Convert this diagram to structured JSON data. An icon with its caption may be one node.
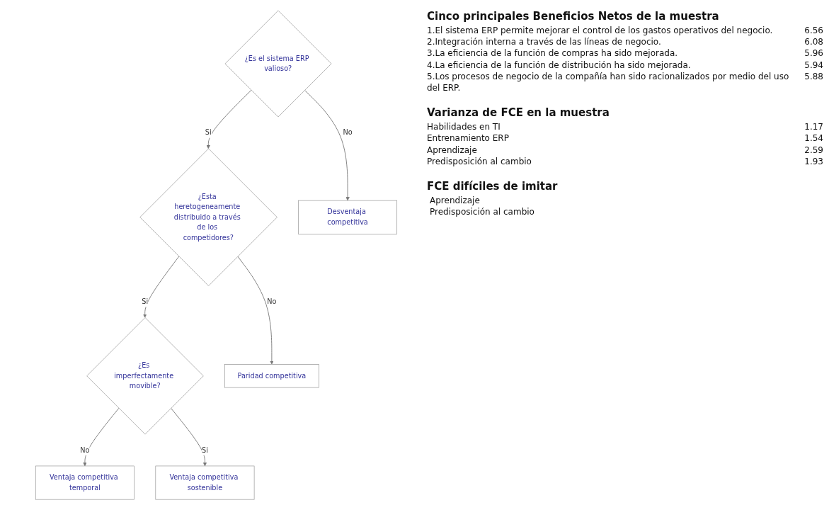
{
  "diagram": {
    "nodes": [
      {
        "text": [
          "¿Es el sistema ERP valioso?"
        ]
      },
      {
        "text": [
          "¿Esta heretogeneamente distribuido a través de los competidores?"
        ]
      },
      {
        "text": [
          "¿Es imperfectamente movible?"
        ]
      },
      {
        "text": [
          "Desventaja competitiva"
        ]
      },
      {
        "text": [
          "Paridad competitiva"
        ]
      },
      {
        "text": [
          "Ventaja competitiva temporal"
        ]
      },
      {
        "text": [
          "Ventaja competitiva sostenible"
        ]
      }
    ],
    "edges": [
      {
        "from": 0,
        "to": 3,
        "arrow": "to",
        "label": "No"
      },
      {
        "from": 0,
        "to": 1,
        "arrow": "to",
        "label": "Si"
      },
      {
        "from": 1,
        "to": 4,
        "arrow": "to",
        "label": "No"
      },
      {
        "from": 1,
        "to": 2,
        "arrow": "to",
        "label": "Si"
      },
      {
        "from": 2,
        "to": 5,
        "arrow": "to",
        "label": "No"
      },
      {
        "from": 2,
        "to": 6,
        "arrow": "to",
        "label": "Si"
      }
    ],
    "labels": [
      "Cinco principales Beneficios Netos de la muestra",
      "1.El sistema ERP permite mejorar el control de los gastos operativos del negocio.",
      "6.56",
      "2.Integración interna a través de las líneas de negocio.",
      "6.08",
      "3.La eficiencia de la función de compras ha sido mejorada.",
      "5.96",
      "4.La eficiencia de la función de distribución ha sido mejorada.",
      "5.94",
      "5.Los procesos de negocio de la compañía han sido racionalizados por medio del uso del ERP.",
      "5.88",
      "Varianza de FCE en la muestra",
      "Habilidades en TI",
      "1.17",
      "Entrenamiento ERP",
      "1.54",
      "Aprendizaje",
      "2.59",
      "Predisposición  al cambio",
      "1.93",
      "FCE difíciles de imitar",
      "Aprendizaje",
      "Predisposición  al cambio"
    ]
  }
}
